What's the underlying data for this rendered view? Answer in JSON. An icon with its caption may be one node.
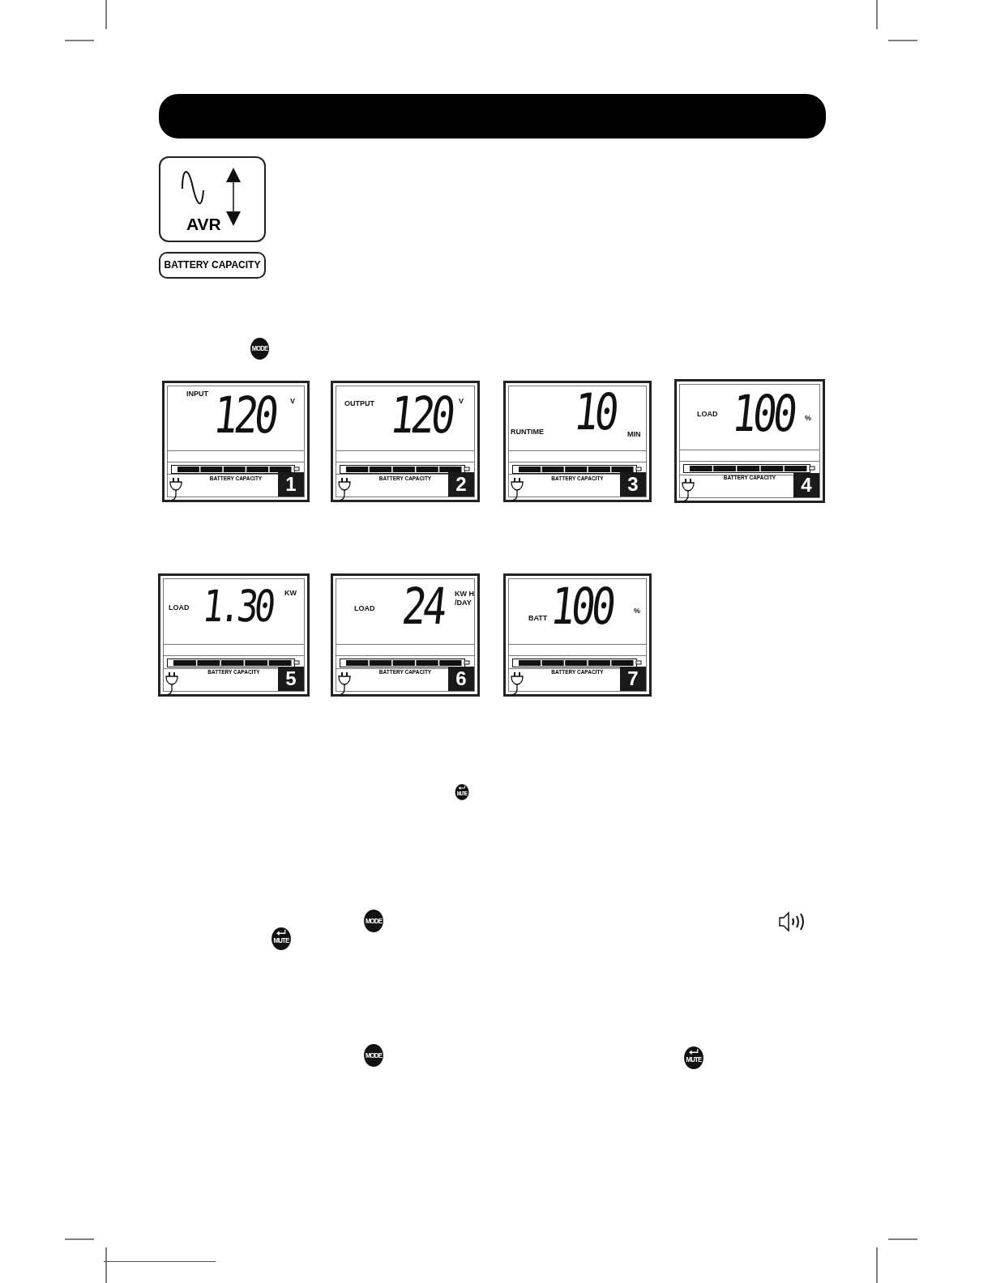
{
  "diagram": {
    "nodes": [
      {
        "text": [
          "AVR"
        ]
      },
      {
        "text": [
          "BATTERY CAPACITY"
        ]
      },
      {
        "text": [
          "MODE"
        ]
      },
      {
        "text": [
          "INPUT",
          "120",
          "V",
          "BATTERY CAPACITY"
        ]
      },
      {
        "text": [
          "1"
        ],
        "in": 3
      },
      {
        "text": [
          "OUTPUT",
          "120",
          "V",
          "BATTERY CAPACITY"
        ]
      },
      {
        "text": [
          "2"
        ],
        "in": 5
      },
      {
        "text": [
          "RUNTIME",
          "10",
          "MIN",
          "BATTERY CAPACITY"
        ]
      },
      {
        "text": [
          "3"
        ],
        "in": 7
      },
      {
        "text": [
          "LOAD",
          "100",
          "%",
          "BATTERY CAPACITY"
        ]
      },
      {
        "text": [
          "4"
        ],
        "in": 9
      },
      {
        "text": [
          "LOAD",
          "1.30",
          "KW",
          "BATTERY CAPACITY"
        ]
      },
      {
        "text": [
          "5"
        ],
        "in": 11
      },
      {
        "text": [
          "LOAD",
          "24",
          "KW H /DAY",
          "BATTERY CAPACITY"
        ]
      },
      {
        "text": [
          "6"
        ],
        "in": 13
      },
      {
        "text": [
          "BATT",
          "100",
          "%",
          "BATTERY CAPACITY"
        ]
      },
      {
        "text": [
          "7"
        ],
        "in": 15
      },
      {
        "text": [
          "MUTE"
        ]
      },
      {
        "text": [
          "MODE"
        ]
      },
      {
        "text": [
          "MUTE"
        ]
      },
      {
        "text": [
          "MODE"
        ]
      },
      {
        "text": [
          "MUTE"
        ]
      }
    ]
  }
}
